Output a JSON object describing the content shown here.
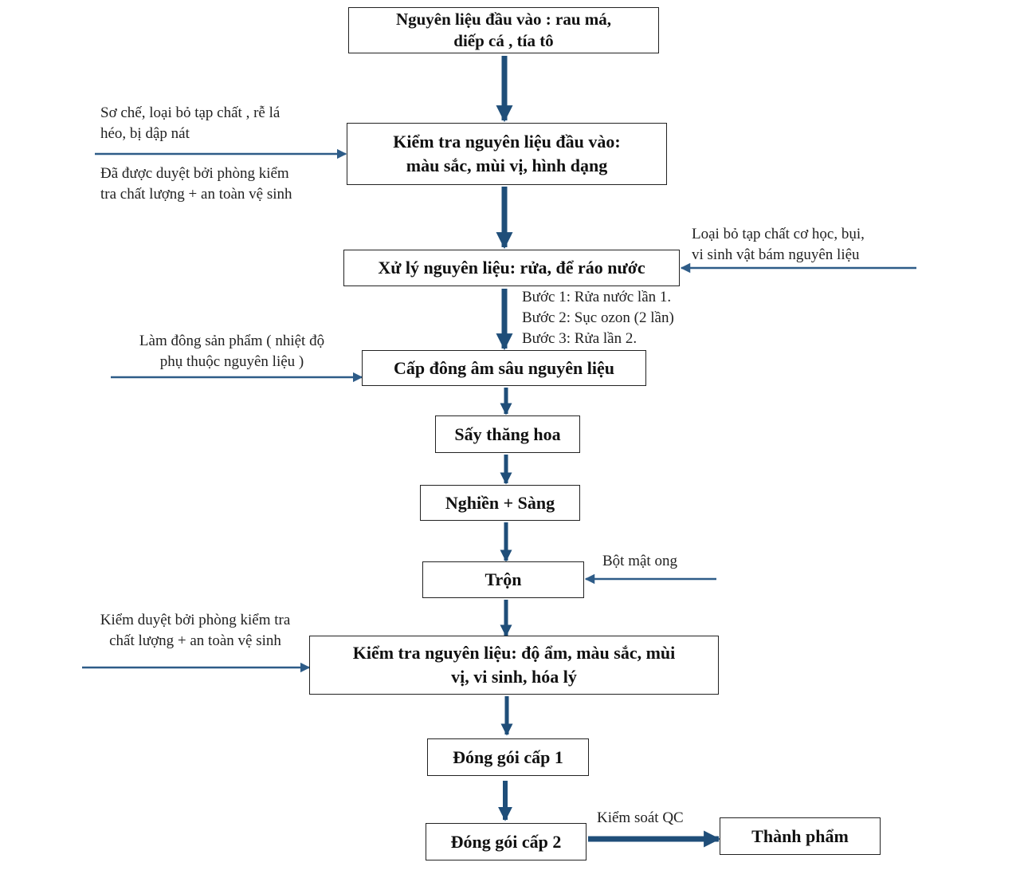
{
  "colors": {
    "arrow": "#1f4e79",
    "side_arrow": "#2e5c88",
    "box_border": "#222222",
    "text": "#111111"
  },
  "steps": {
    "s1": {
      "line1": "Nguyên liệu đầu vào : rau má,",
      "line2": "diếp cá , tía tô"
    },
    "s2": {
      "line1": "Kiểm tra nguyên liệu đầu vào:",
      "line2": "màu sắc, mùi vị, hình dạng"
    },
    "s3": {
      "label": "Xử lý nguyên liệu: rửa, để ráo nước"
    },
    "s4": {
      "label": "Cấp đông âm sâu nguyên liệu"
    },
    "s5": {
      "label": "Sấy thăng hoa"
    },
    "s6": {
      "label": "Nghiền + Sàng"
    },
    "s7": {
      "label": "Trộn"
    },
    "s8": {
      "line1": "Kiểm tra nguyên liệu: độ ẩm, màu sắc, mùi",
      "line2": "vị, vi sinh, hóa lý"
    },
    "s9": {
      "label": "Đóng gói cấp 1"
    },
    "s10": {
      "label": "Đóng gói cấp 2"
    },
    "s11": {
      "label": "Thành phẩm"
    }
  },
  "notes": {
    "n2a": {
      "line1": "Sơ chế, loại bỏ tạp chất , rễ lá",
      "line2": "héo, bị dập nát"
    },
    "n2b": {
      "line1": "Đã được duyệt bởi phòng kiểm",
      "line2": "tra chất lượng + an toàn vệ sinh"
    },
    "n3": {
      "line1": "Loại bỏ tạp chất cơ học, bụi,",
      "line2": "vi sinh vật bám nguyên liệu"
    },
    "steps3": {
      "line1": "Bước 1: Rửa nước lần 1.",
      "line2": "Bước 2: Sục ozon (2 lần)",
      "line3": "Bước 3: Rửa lần 2."
    },
    "n4": {
      "line1": "Làm đông sản phẩm ( nhiệt độ",
      "line2": "phụ thuộc nguyên liệu )"
    },
    "n7": {
      "label": "Bột mật ong"
    },
    "n8": {
      "line1": "Kiểm duyệt bởi phòng kiểm tra",
      "line2": "chất lượng + an toàn vệ sinh"
    },
    "n11": {
      "label": "Kiểm soát QC"
    }
  }
}
